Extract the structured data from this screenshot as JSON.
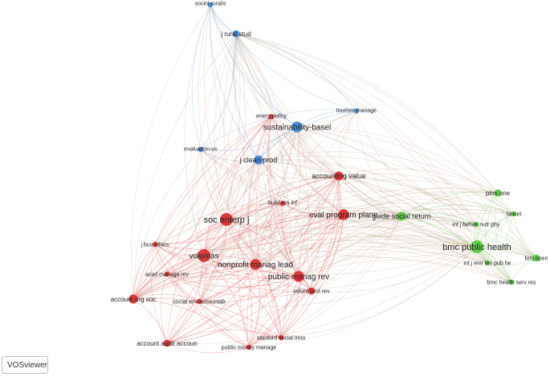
{
  "app": {
    "logo_text": "VOSviewer"
  },
  "colors": {
    "cluster_red": "#e0383a",
    "cluster_green": "#5ccf48",
    "cluster_blue": "#4a90d9",
    "edge_red": "#e87a7a",
    "edge_green": "#8ed67e",
    "edge_blue": "#7fb2e3",
    "edge_mixed": "#b08a6a"
  },
  "network": {
    "nodes": [
      {
        "id": "sociolruralis",
        "label": "sociol ruralis",
        "cluster": "blue",
        "weight": 1
      },
      {
        "id": "jruralstud",
        "label": "j rural stud",
        "cluster": "blue",
        "weight": 2
      },
      {
        "id": "energypolicy",
        "label": "energ policy",
        "cluster": "red",
        "weight": 1
      },
      {
        "id": "tourismmanage",
        "label": "tourism manage",
        "cluster": "blue",
        "weight": 1
      },
      {
        "id": "sustainabilitybasel",
        "label": "sustainability-basel",
        "cluster": "blue",
        "weight": 4
      },
      {
        "id": "evaluationus",
        "label": "evaluation-us",
        "cluster": "blue",
        "weight": 1
      },
      {
        "id": "jcleanprod",
        "label": "j clean prod",
        "cluster": "blue",
        "weight": 3
      },
      {
        "id": "accountingvalue",
        "label": "accounting value",
        "cluster": "red",
        "weight": 3
      },
      {
        "id": "buildresinf",
        "label": "build res inf",
        "cluster": "red",
        "weight": 1
      },
      {
        "id": "socenterpj",
        "label": "soc enterp j",
        "cluster": "red",
        "weight": 5
      },
      {
        "id": "evalprogramplann",
        "label": "eval program plann",
        "cluster": "red",
        "weight": 4
      },
      {
        "id": "guidesocialreturn",
        "label": "guide social return",
        "cluster": "green",
        "weight": 3
      },
      {
        "id": "plosone",
        "label": "plos one",
        "cluster": "green",
        "weight": 2
      },
      {
        "id": "intjbehavnutrphy",
        "label": "int j behav nutr phy",
        "cluster": "green",
        "weight": 1
      },
      {
        "id": "lancet",
        "label": "lancet",
        "cluster": "green",
        "weight": 1
      },
      {
        "id": "jbusethics",
        "label": "j bus ethics",
        "cluster": "red",
        "weight": 1
      },
      {
        "id": "bmcpublichealth",
        "label": "bmc public health",
        "cluster": "green",
        "weight": 5
      },
      {
        "id": "voluntas",
        "label": "voluntas",
        "cluster": "red",
        "weight": 5
      },
      {
        "id": "nonprofitmanaglead",
        "label": "nonprofit manag lead",
        "cluster": "red",
        "weight": 4
      },
      {
        "id": "intjenvresspubhe",
        "label": "int j env res pub he",
        "cluster": "green",
        "weight": 1
      },
      {
        "id": "bmjopen",
        "label": "bmj open",
        "cluster": "green",
        "weight": 2
      },
      {
        "id": "acadmanagerev",
        "label": "acad manage rev",
        "cluster": "red",
        "weight": 1
      },
      {
        "id": "publicmanagrev",
        "label": "public manag rev",
        "cluster": "red",
        "weight": 4
      },
      {
        "id": "bmchealthservres",
        "label": "bmc health serv res",
        "cluster": "green",
        "weight": 1
      },
      {
        "id": "voluntsectrev",
        "label": "volunt sect rev",
        "cluster": "red",
        "weight": 2
      },
      {
        "id": "accountorgsoc",
        "label": "account org soc",
        "cluster": "red",
        "weight": 3
      },
      {
        "id": "socialenvaccountab",
        "label": "social env accountab",
        "cluster": "red",
        "weight": 1
      },
      {
        "id": "stanfordsocialinno",
        "label": "stanford social inno",
        "cluster": "red",
        "weight": 1
      },
      {
        "id": "accountauditaccoun",
        "label": "account audit accoun",
        "cluster": "red",
        "weight": 2
      },
      {
        "id": "publicmoneymanage",
        "label": "public money manage",
        "cluster": "red",
        "weight": 1
      }
    ]
  }
}
